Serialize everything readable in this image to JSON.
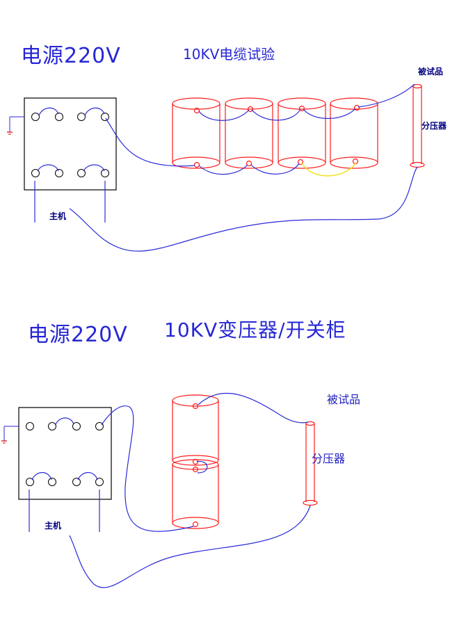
{
  "colors": {
    "wire": "#2a2ad8",
    "cylinder": "#ff1a1a",
    "yellow_wire": "#f2e21a",
    "box": "#000000",
    "ground": "#e00000",
    "label": "#2626d6"
  },
  "top": {
    "power_label": "电源220V",
    "test_title": "10KV电缆试验",
    "specimen_label": "被试品",
    "divider_label": "分压器",
    "host_label": "主机"
  },
  "bottom": {
    "power_label": "电源220V",
    "test_title": "10KV变压器/开关柜",
    "specimen_label": "被试品",
    "divider_label": "分压器",
    "host_label": "主机"
  }
}
